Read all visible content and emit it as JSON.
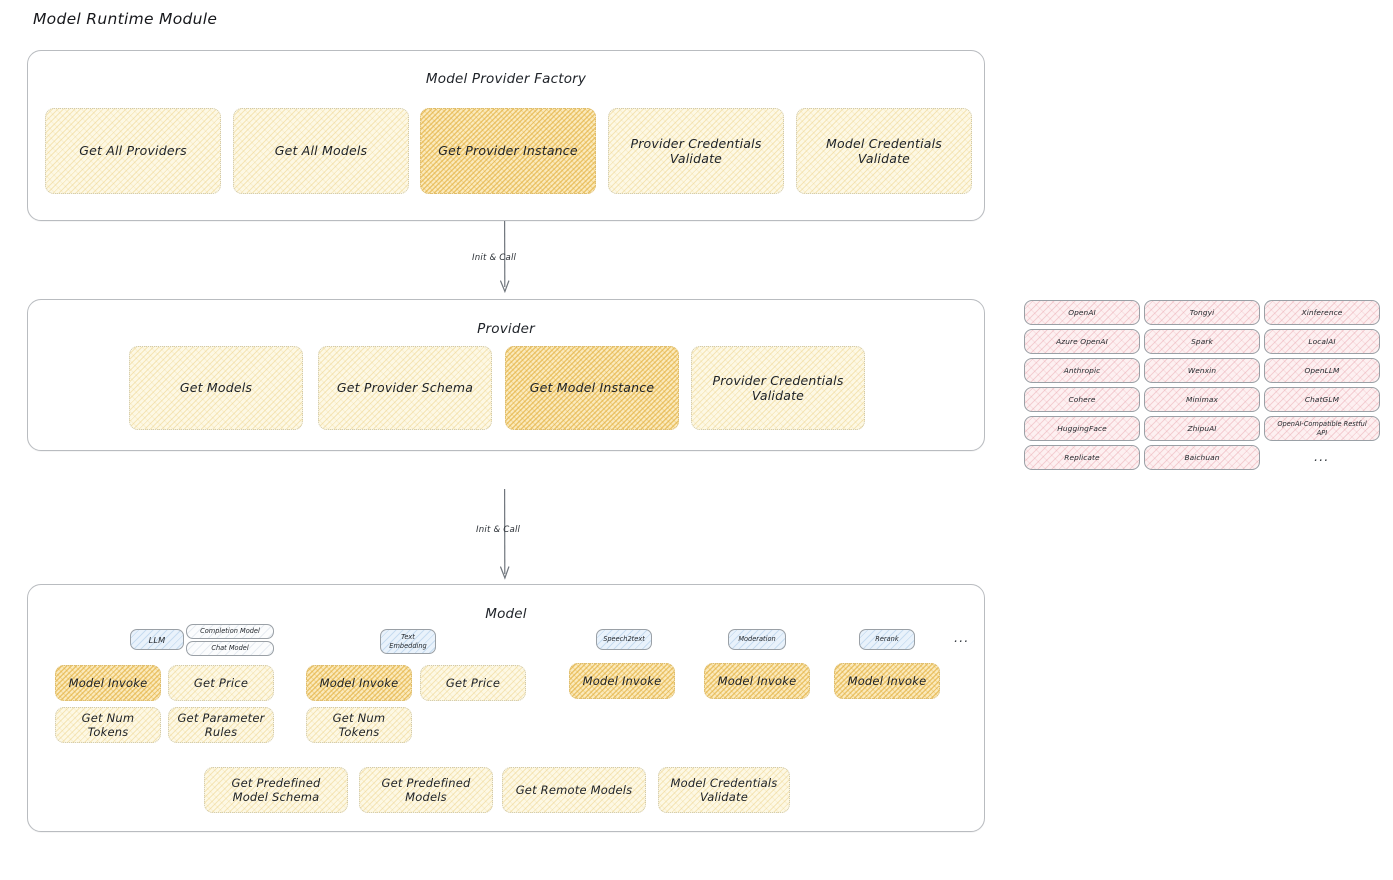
{
  "page": {
    "title": "Model Runtime Module",
    "colors": {
      "accent_yellow": "#fdf8e4",
      "accent_yellow_highlight": "#fbeabc",
      "accent_pink": "#fdf0f1",
      "accent_blue": "#e9f2fb",
      "stroke": "#b9bcc0",
      "text": "#1f2328"
    }
  },
  "factory": {
    "title": "Model Provider Factory",
    "methods": [
      {
        "label": "Get All Providers",
        "highlight": false
      },
      {
        "label": "Get All Models",
        "highlight": false
      },
      {
        "label": "Get Provider Instance",
        "highlight": true
      },
      {
        "label": "Provider Credentials Validate",
        "highlight": false
      },
      {
        "label": "Model Credentials Validate",
        "highlight": false
      }
    ]
  },
  "connectors": [
    {
      "label": "Init & Call"
    },
    {
      "label": "Init & Call"
    }
  ],
  "provider": {
    "title": "Provider",
    "methods": [
      {
        "label": "Get Models",
        "highlight": false
      },
      {
        "label": "Get Provider Schema",
        "highlight": false
      },
      {
        "label": "Get Model Instance",
        "highlight": true
      },
      {
        "label": "Provider Credentials Validate",
        "highlight": false
      }
    ]
  },
  "provider_list": {
    "ellipsis": "...",
    "columns": [
      {
        "items": [
          "OpenAI",
          "Azure OpenAI",
          "Anthropic",
          "Cohere",
          "HuggingFace",
          "Replicate"
        ]
      },
      {
        "items": [
          "Tongyi",
          "Spark",
          "Wenxin",
          "Minimax",
          "ZhipuAI",
          "Baichuan"
        ]
      },
      {
        "items": [
          "Xinference",
          "LocalAI",
          "OpenLLM",
          "ChatGLM",
          "OpenAI-Compatible Restful API"
        ]
      }
    ]
  },
  "model": {
    "title": "Model",
    "ellipsis": "...",
    "types": [
      {
        "name": "LLM",
        "subtypes": [
          "Completion Model",
          "Chat Model"
        ],
        "methods": [
          {
            "label": "Model Invoke",
            "highlight": true
          },
          {
            "label": "Get Price",
            "highlight": false
          },
          {
            "label": "Get Num Tokens",
            "highlight": false
          },
          {
            "label": "Get Parameter Rules",
            "highlight": false
          }
        ]
      },
      {
        "name": "Text Embedding",
        "subtypes": [],
        "methods": [
          {
            "label": "Model Invoke",
            "highlight": true
          },
          {
            "label": "Get Price",
            "highlight": false
          },
          {
            "label": "Get Num Tokens",
            "highlight": false
          }
        ]
      },
      {
        "name": "Speech2text",
        "subtypes": [],
        "methods": [
          {
            "label": "Model Invoke",
            "highlight": true
          }
        ]
      },
      {
        "name": "Moderation",
        "subtypes": [],
        "methods": [
          {
            "label": "Model Invoke",
            "highlight": true
          }
        ]
      },
      {
        "name": "Rerank",
        "subtypes": [],
        "methods": [
          {
            "label": "Model Invoke",
            "highlight": true
          }
        ]
      }
    ],
    "shared_methods": [
      {
        "label": "Get Predefined Model Schema",
        "highlight": false
      },
      {
        "label": "Get Predefined Models",
        "highlight": false
      },
      {
        "label": "Get Remote Models",
        "highlight": false
      },
      {
        "label": "Model Credentials Validate",
        "highlight": false
      }
    ]
  }
}
